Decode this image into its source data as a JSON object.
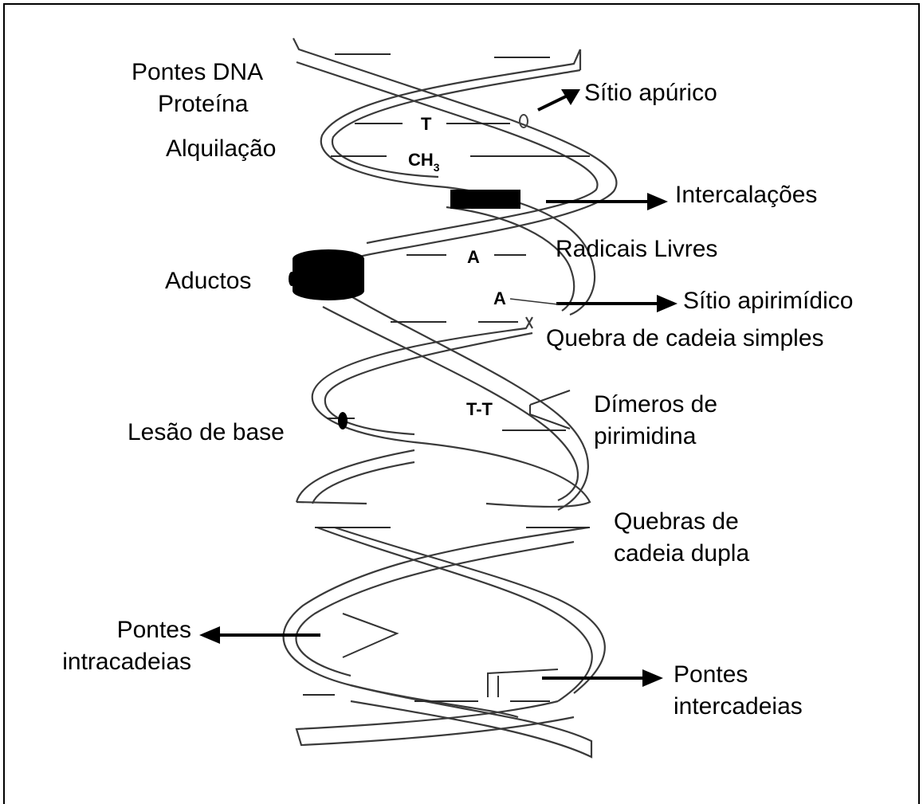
{
  "labels": {
    "pontes_dna_1": "Pontes DNA",
    "pontes_dna_2": "Proteína",
    "sitio_apurico": "Sítio apúrico",
    "alquilacao": "Alquilação",
    "intercalacoes": "Intercalações",
    "radicais_livres": "Radicais Livres",
    "aductos": "Aductos",
    "sitio_apirimidico": "Sítio apirimídico",
    "quebra_simples": "Quebra de cadeia simples",
    "dimeros_1": "Dímeros de",
    "dimeros_2": "pirimidina",
    "lesao_base": "Lesão de base",
    "quebras_dupla_1": "Quebras de",
    "quebras_dupla_2": "cadeia dupla",
    "intracadeias_1": "Pontes",
    "intracadeias_2": "intracadeias",
    "intercadeias_1": "Pontes",
    "intercadeias_2": "intercadeias"
  },
  "bases": {
    "t_top": "T",
    "ch3_main": "CH",
    "ch3_sub": "3",
    "a_upper": "A",
    "a_lower": "A",
    "tt_dimer": "T-T"
  },
  "colors": {
    "strand": "#3a3a3a",
    "ink": "#000000",
    "background": "#ffffff"
  }
}
